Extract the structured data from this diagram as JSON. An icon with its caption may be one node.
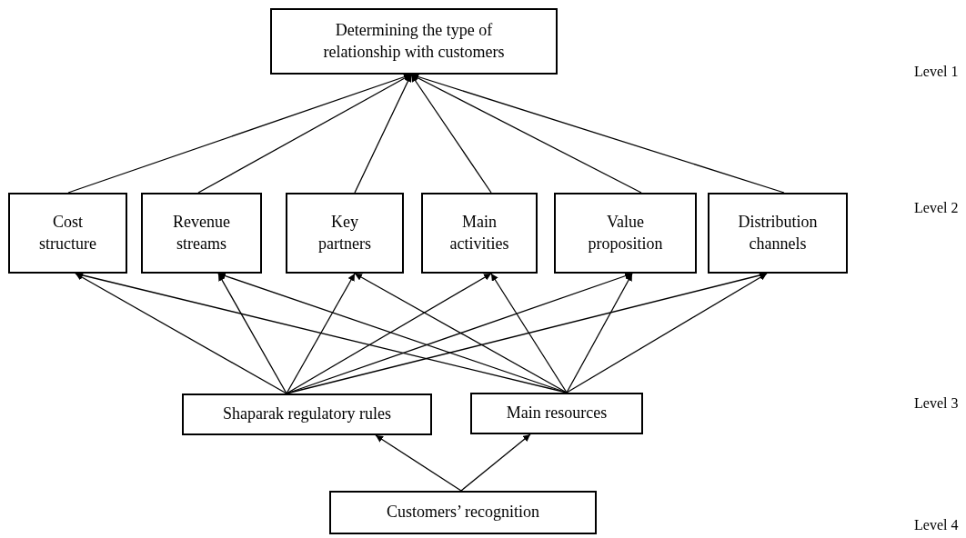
{
  "diagram": {
    "nodes": [
      {
        "text": [
          "Determining the type of relationship with customers"
        ]
      },
      {
        "text": [
          "Cost structure"
        ]
      },
      {
        "text": [
          "Revenue streams"
        ]
      },
      {
        "text": [
          "Key partners"
        ]
      },
      {
        "text": [
          "Main activities"
        ]
      },
      {
        "text": [
          "Value proposition"
        ]
      },
      {
        "text": [
          "Distribution channels"
        ]
      },
      {
        "text": [
          "Shaparak regulatory rules"
        ]
      },
      {
        "text": [
          "Main resources"
        ]
      },
      {
        "text": [
          "Customers’ recognition"
        ]
      }
    ],
    "edges": [
      {
        "from": 1,
        "to": 0,
        "arrow": "to"
      },
      {
        "from": 2,
        "to": 0,
        "arrow": "to"
      },
      {
        "from": 3,
        "to": 0,
        "arrow": "to"
      },
      {
        "from": 4,
        "to": 0,
        "arrow": "to"
      },
      {
        "from": 5,
        "to": 0,
        "arrow": "to"
      },
      {
        "from": 6,
        "to": 0,
        "arrow": "to"
      },
      {
        "from": 7,
        "to": 1,
        "arrow": "to"
      },
      {
        "from": 7,
        "to": 2,
        "arrow": "to"
      },
      {
        "from": 7,
        "to": 3,
        "arrow": "to"
      },
      {
        "from": 7,
        "to": 4,
        "arrow": "to"
      },
      {
        "from": 7,
        "to": 5,
        "arrow": "to"
      },
      {
        "from": 7,
        "to": 6,
        "arrow": "to"
      },
      {
        "from": 8,
        "to": 1,
        "arrow": "to"
      },
      {
        "from": 8,
        "to": 2,
        "arrow": "to"
      },
      {
        "from": 8,
        "to": 3,
        "arrow": "to"
      },
      {
        "from": 8,
        "to": 4,
        "arrow": "to"
      },
      {
        "from": 8,
        "to": 5,
        "arrow": "to"
      },
      {
        "from": 8,
        "to": 6,
        "arrow": "to"
      },
      {
        "from": 9,
        "to": 7,
        "arrow": "to"
      },
      {
        "from": 9,
        "to": 8,
        "arrow": "to"
      }
    ],
    "labels": [
      "Level 1",
      "Level 2",
      "Level 3",
      "Level 4"
    ]
  }
}
